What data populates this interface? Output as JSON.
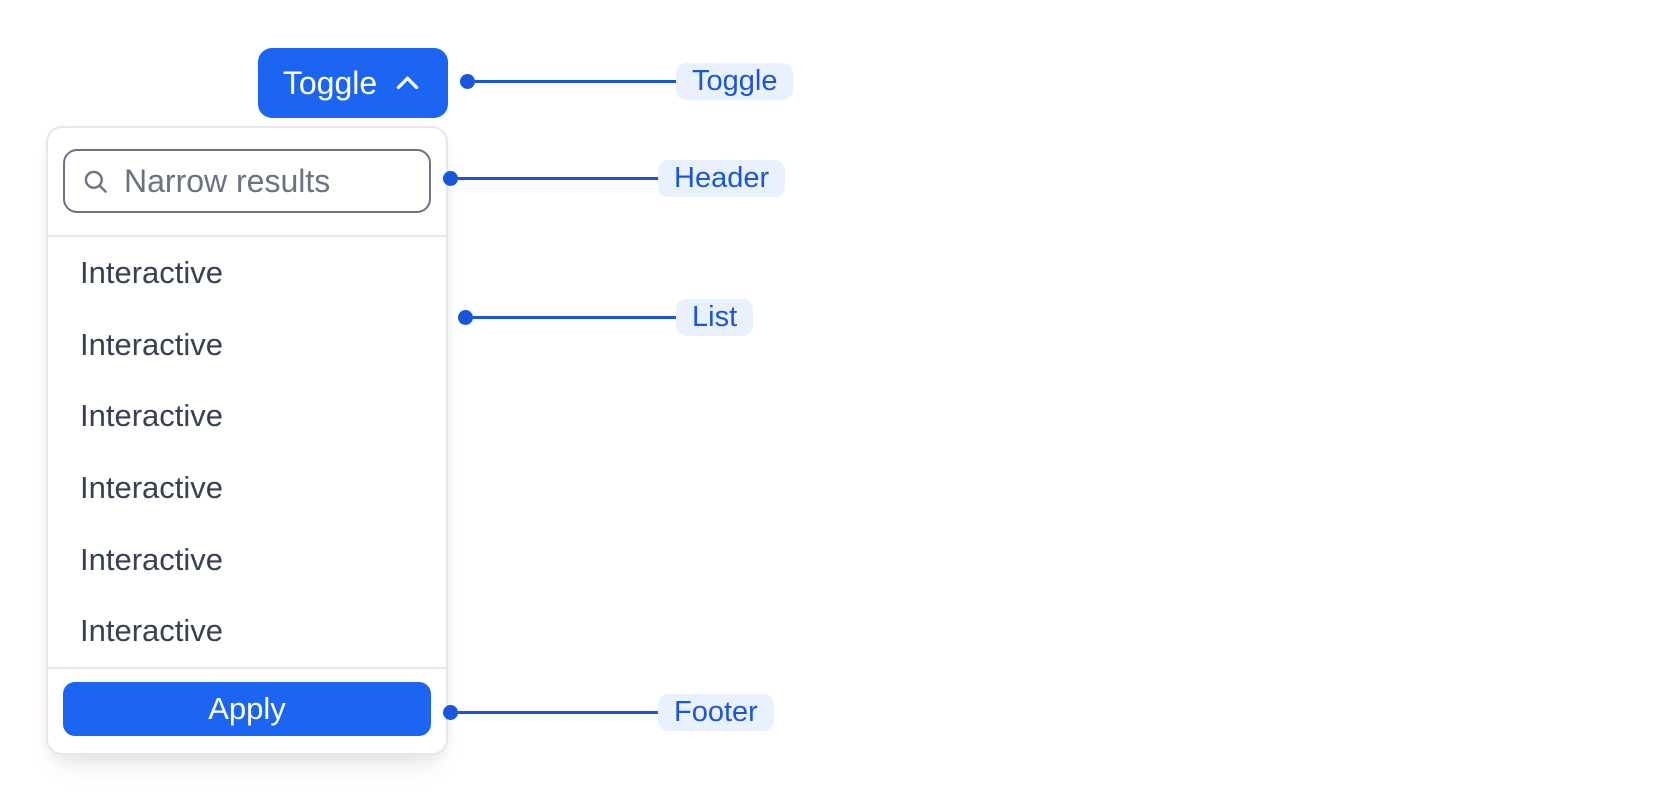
{
  "colors": {
    "primary": "#1C64F2",
    "annotation": "#1A56DB",
    "annotation_bg": "#EAF1FE",
    "panel_border": "#E5E7EB",
    "input_border": "#6B7280",
    "muted_text": "#6B7280",
    "item_text": "#374151"
  },
  "toggle_button": {
    "label": "Toggle",
    "icon": "chevron-up-icon"
  },
  "dropdown": {
    "header": {
      "search": {
        "icon": "search-icon",
        "placeholder": "Narrow results",
        "value": ""
      }
    },
    "list": {
      "items": [
        "Interactive",
        "Interactive",
        "Interactive",
        "Interactive",
        "Interactive",
        "Interactive"
      ]
    },
    "footer": {
      "apply_label": "Apply"
    }
  },
  "annotations": {
    "toggle": "Toggle",
    "header": "Header",
    "list": "List",
    "footer": "Footer"
  }
}
